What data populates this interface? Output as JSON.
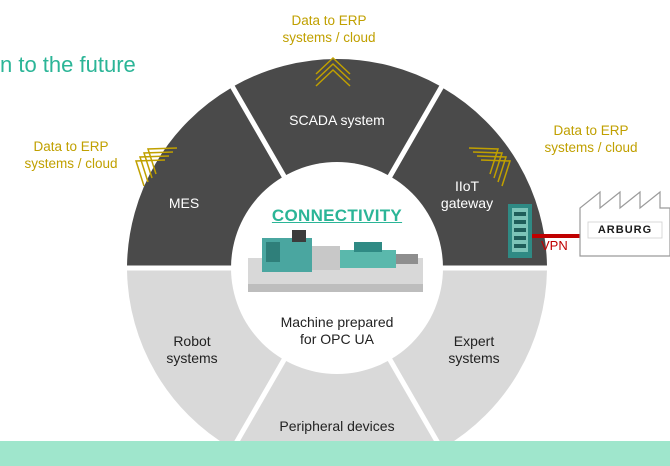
{
  "heading": "n to the future",
  "flows": {
    "top": "Data to ERP\nsystems / cloud",
    "left": "Data to ERP\nsystems / cloud",
    "right": "Data to ERP\nsystems / cloud"
  },
  "segments": {
    "scada": "SCADA system",
    "mes": "MES",
    "iiot": "IIoT\ngateway",
    "robot": "Robot\nsystems",
    "expert": "Expert\nsystems",
    "peripheral": "Peripheral devices"
  },
  "center": {
    "title": "CONNECTIVITY",
    "machine": "Machine prepared\nfor OPC UA"
  },
  "vpn": "VPN",
  "factory_logo": "ARBURG",
  "colors": {
    "dark_segment": "#4a4a4a",
    "light_segment": "#d9d9d9",
    "accent": "#2bb597",
    "flow": "#c0a000",
    "vpn": "#c00000"
  }
}
